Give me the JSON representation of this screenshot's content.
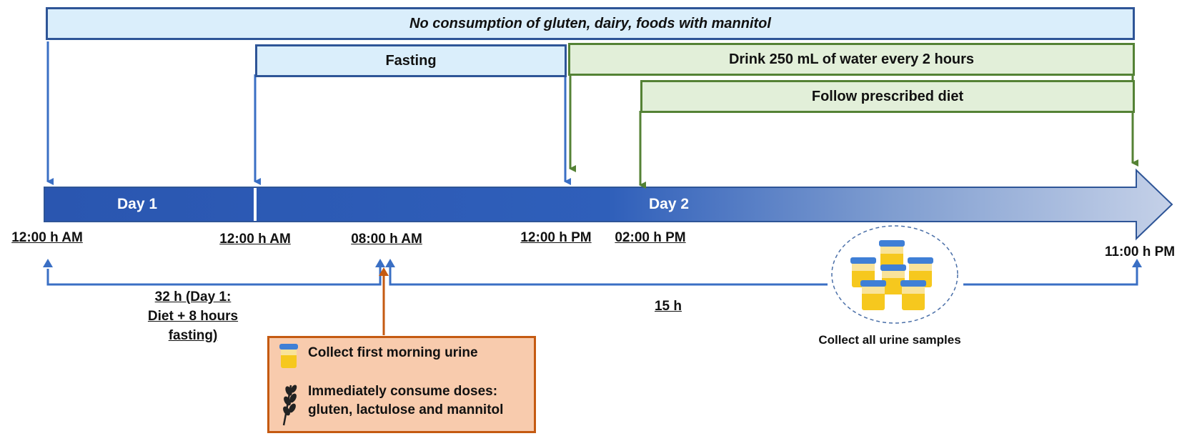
{
  "top_banner": "No consumption of gluten, dairy, foods with mannitol",
  "fasting": "Fasting",
  "water": "Drink 250 mL of water every 2 hours",
  "diet": "Follow prescribed diet",
  "day1": "Day 1",
  "day2": "Day 2",
  "times": {
    "t1": "12:00 h AM",
    "t2": "12:00 h AM",
    "t3": "08:00 h AM",
    "t4": "12:00 h PM",
    "t5": "02:00 h PM",
    "t6": "11:00 h PM"
  },
  "duration1": [
    "32 h (Day 1:",
    "Diet + 8 hours",
    "fasting)"
  ],
  "duration2": "15 h",
  "collect_all": "Collect all urine samples",
  "box": {
    "line1": "Collect first morning urine",
    "line2a": "Immediately consume doses:",
    "line2b": "gluten, lactulose and mannitol"
  },
  "icons": [
    "urine-cup-icon",
    "wheat-icon"
  ],
  "colors": {
    "blue": "#3a6fc4",
    "green": "#548235",
    "orange": "#c55a11",
    "light_blue": "#daeefb",
    "light_green": "#e2efd9"
  }
}
